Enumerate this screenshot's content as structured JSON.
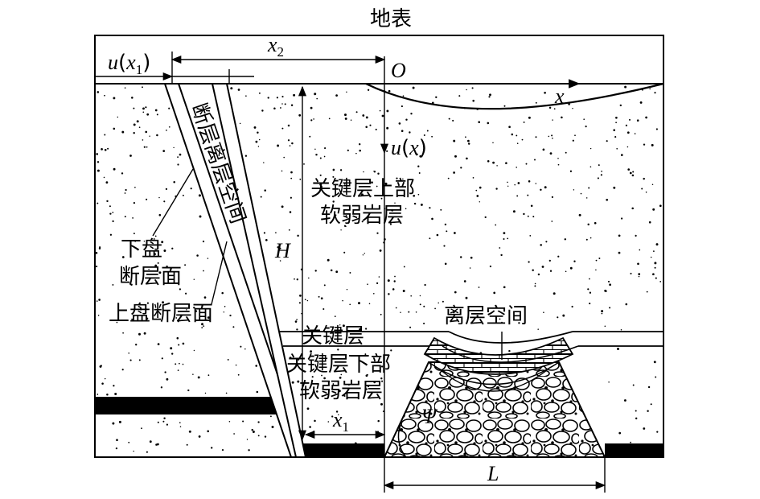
{
  "labels": {
    "surface": "地表",
    "fault_void": "断层离层空间",
    "upper_weak_line1": "关键层上部",
    "upper_weak_line2": "软弱岩层",
    "footwall_line1": "下盘",
    "footwall_line2": "断层面",
    "hanging_wall": "上盘断层面",
    "key_layer": "关键层",
    "lower_weak_line1": "关键层下部",
    "lower_weak_line2": "软弱岩层",
    "sep_space": "离层空间"
  },
  "symbols": {
    "u": "u",
    "x1_base": "x",
    "x1_sub": "1",
    "x2_base": "x",
    "x2_sub": "2",
    "origin": "O",
    "x_axis": "x",
    "ux_arg": "x",
    "H": "H",
    "psi": "Ψ",
    "L": "L"
  },
  "colors": {
    "line": "#000000",
    "coal": "#000000",
    "background": "#ffffff"
  }
}
